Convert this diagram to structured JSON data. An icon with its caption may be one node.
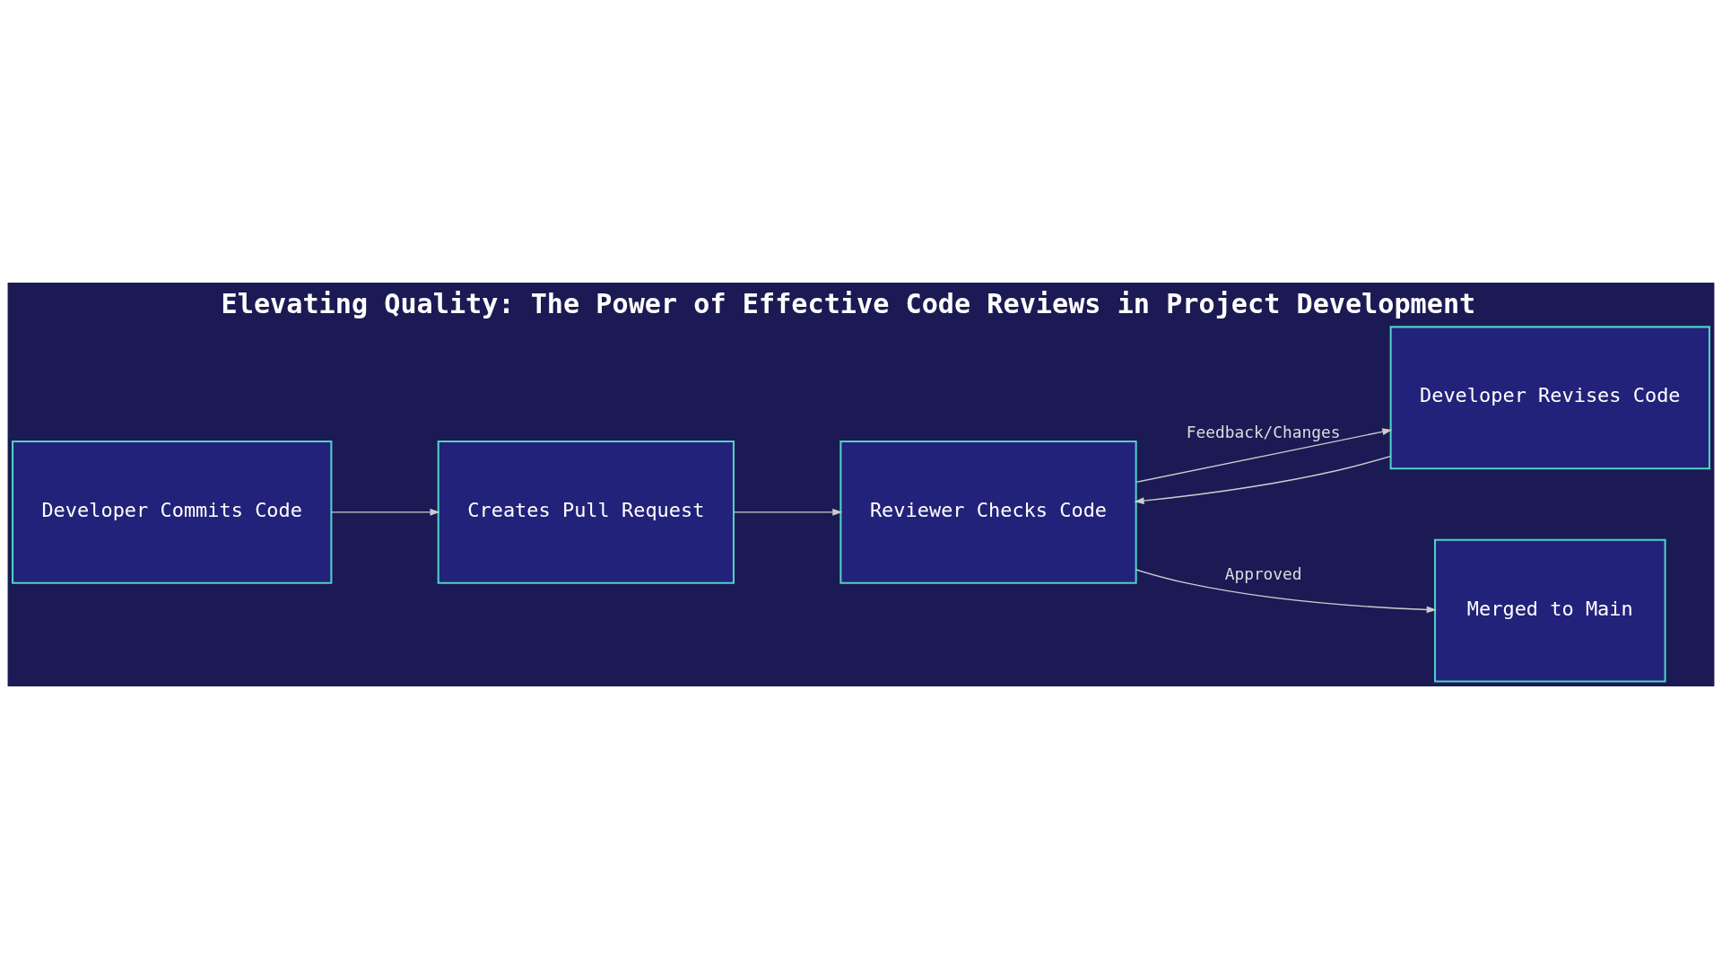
{
  "diagram": {
    "title": "Elevating Quality: The Power of Effective Code Reviews in Project Development",
    "nodes": [
      {
        "text": [
          "Developer Commits Code"
        ]
      },
      {
        "text": [
          "Creates Pull Request"
        ]
      },
      {
        "text": [
          "Reviewer Checks Code"
        ]
      },
      {
        "text": [
          "Developer Revises Code"
        ]
      },
      {
        "text": [
          "Merged to Main"
        ]
      }
    ],
    "edges": [
      {
        "from": 0,
        "to": 1,
        "arrow": "to"
      },
      {
        "from": 1,
        "to": 2,
        "arrow": "to"
      },
      {
        "from": 2,
        "to": 3,
        "arrow": "to",
        "label": "Feedback/Changes"
      },
      {
        "from": 3,
        "to": 2,
        "arrow": "to"
      },
      {
        "from": 2,
        "to": 4,
        "arrow": "to",
        "label": "Approved"
      }
    ]
  }
}
